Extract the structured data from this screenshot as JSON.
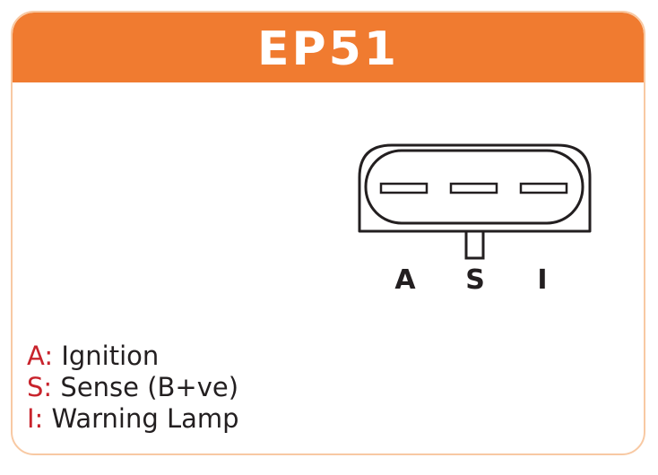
{
  "title": "EP51",
  "colors": {
    "header": "#f07b30",
    "border": "#f8c9a3",
    "key": "#c8232c",
    "text": "#231f20"
  },
  "pins": [
    {
      "label": "A"
    },
    {
      "label": "S"
    },
    {
      "label": "I"
    }
  ],
  "legend": [
    {
      "key": "A:",
      "text": "Ignition"
    },
    {
      "key": "S:",
      "text": "Sense (B+ve)"
    },
    {
      "key": "I:",
      "text": "Warning Lamp"
    }
  ]
}
